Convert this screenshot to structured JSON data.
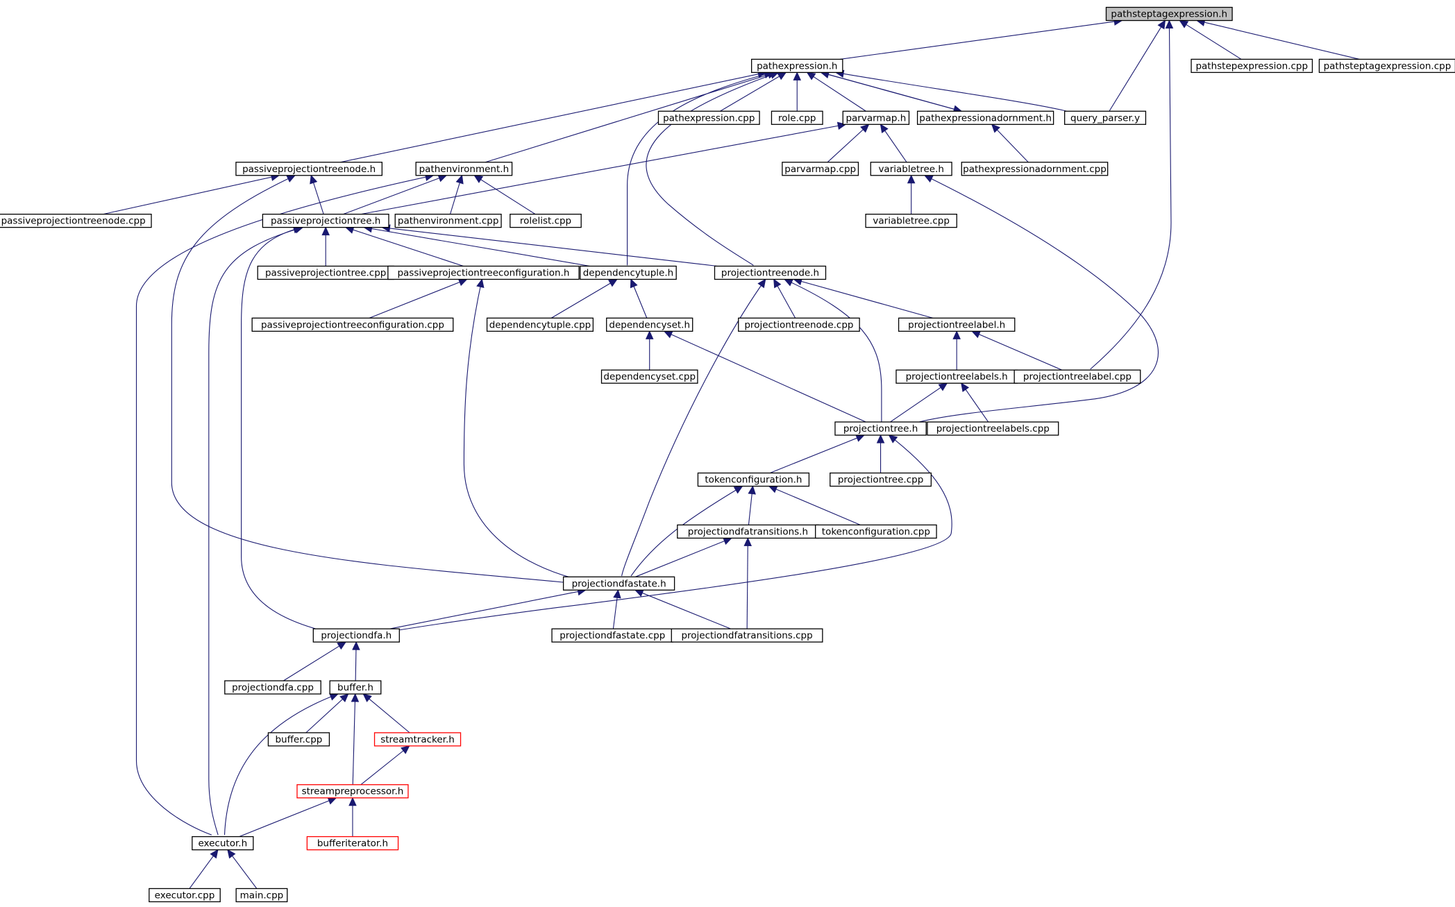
{
  "colors": {
    "edge": "#191970",
    "node_border": "#000000",
    "truncated_border": "#ff0000",
    "root_fill": "#bfbfbf",
    "node_fill": "#ffffff"
  },
  "nodes": [
    {
      "id": "pathsteptagexpression_h",
      "label": "pathsteptagexpression.h",
      "root": true
    },
    {
      "id": "pathexpression_h",
      "label": "pathexpression.h"
    },
    {
      "id": "pathstepexpression_cpp",
      "label": "pathstepexpression.cpp"
    },
    {
      "id": "pathsteptagexpression_cpp",
      "label": "pathsteptagexpression.cpp"
    },
    {
      "id": "pathexpression_cpp",
      "label": "pathexpression.cpp"
    },
    {
      "id": "role_cpp",
      "label": "role.cpp"
    },
    {
      "id": "parvarmap_h",
      "label": "parvarmap.h"
    },
    {
      "id": "pathexpressionadornment_h",
      "label": "pathexpressionadornment.h"
    },
    {
      "id": "query_parser_y",
      "label": "query_parser.y"
    },
    {
      "id": "passiveprojectiontreenode_h",
      "label": "passiveprojectiontreenode.h"
    },
    {
      "id": "pathenvironment_h",
      "label": "pathenvironment.h"
    },
    {
      "id": "parvarmap_cpp",
      "label": "parvarmap.cpp"
    },
    {
      "id": "variabletree_h",
      "label": "variabletree.h"
    },
    {
      "id": "pathexpressionadornment_cpp",
      "label": "pathexpressionadornment.cpp"
    },
    {
      "id": "passiveprojectiontreenode_cpp",
      "label": "passiveprojectiontreenode.cpp"
    },
    {
      "id": "passiveprojectiontree_h",
      "label": "passiveprojectiontree.h"
    },
    {
      "id": "pathenvironment_cpp",
      "label": "pathenvironment.cpp"
    },
    {
      "id": "rolelist_cpp",
      "label": "rolelist.cpp"
    },
    {
      "id": "variabletree_cpp",
      "label": "variabletree.cpp"
    },
    {
      "id": "passiveprojectiontree_cpp",
      "label": "passiveprojectiontree.cpp"
    },
    {
      "id": "passiveprojectiontreeconfiguration_h",
      "label": "passiveprojectiontreeconfiguration.h"
    },
    {
      "id": "dependencytuple_h",
      "label": "dependencytuple.h"
    },
    {
      "id": "projectiontreenode_h",
      "label": "projectiontreenode.h"
    },
    {
      "id": "passiveprojectiontreeconfiguration_cpp",
      "label": "passiveprojectiontreeconfiguration.cpp"
    },
    {
      "id": "dependencytuple_cpp",
      "label": "dependencytuple.cpp"
    },
    {
      "id": "dependencyset_h",
      "label": "dependencyset.h"
    },
    {
      "id": "projectiontreenode_cpp",
      "label": "projectiontreenode.cpp"
    },
    {
      "id": "projectiontreelabel_h",
      "label": "projectiontreelabel.h"
    },
    {
      "id": "dependencyset_cpp",
      "label": "dependencyset.cpp"
    },
    {
      "id": "projectiontreelabels_h",
      "label": "projectiontreelabels.h"
    },
    {
      "id": "projectiontreelabel_cpp",
      "label": "projectiontreelabel.cpp"
    },
    {
      "id": "projectiontree_h",
      "label": "projectiontree.h"
    },
    {
      "id": "projectiontreelabels_cpp",
      "label": "projectiontreelabels.cpp"
    },
    {
      "id": "tokenconfiguration_h",
      "label": "tokenconfiguration.h"
    },
    {
      "id": "projectiontree_cpp",
      "label": "projectiontree.cpp"
    },
    {
      "id": "projectiondfatransitions_h",
      "label": "projectiondfatransitions.h"
    },
    {
      "id": "tokenconfiguration_cpp",
      "label": "tokenconfiguration.cpp"
    },
    {
      "id": "projectiondfastate_h",
      "label": "projectiondfastate.h"
    },
    {
      "id": "projectiondfa_h",
      "label": "projectiondfa.h"
    },
    {
      "id": "projectiondfastate_cpp",
      "label": "projectiondfastate.cpp"
    },
    {
      "id": "projectiondfatransitions_cpp",
      "label": "projectiondfatransitions.cpp"
    },
    {
      "id": "projectiondfa_cpp",
      "label": "projectiondfa.cpp"
    },
    {
      "id": "buffer_h",
      "label": "buffer.h"
    },
    {
      "id": "buffer_cpp",
      "label": "buffer.cpp"
    },
    {
      "id": "streamtracker_h",
      "label": "streamtracker.h",
      "truncated": true
    },
    {
      "id": "streampreprocessor_h",
      "label": "streampreprocessor.h",
      "truncated": true
    },
    {
      "id": "executor_h",
      "label": "executor.h"
    },
    {
      "id": "bufferiterator_h",
      "label": "bufferiterator.h",
      "truncated": true
    },
    {
      "id": "executor_cpp",
      "label": "executor.cpp"
    },
    {
      "id": "main_cpp",
      "label": "main.cpp"
    }
  ],
  "edges": [
    [
      "pathexpression_h",
      "pathsteptagexpression_h"
    ],
    [
      "pathstepexpression_cpp",
      "pathsteptagexpression_h"
    ],
    [
      "pathsteptagexpression_cpp",
      "pathsteptagexpression_h"
    ],
    [
      "query_parser_y",
      "pathsteptagexpression_h"
    ],
    [
      "projectiontreelabel_cpp",
      "pathsteptagexpression_h"
    ],
    [
      "pathexpression_cpp",
      "pathexpression_h"
    ],
    [
      "role_cpp",
      "pathexpression_h"
    ],
    [
      "parvarmap_h",
      "pathexpression_h"
    ],
    [
      "pathexpressionadornment_h",
      "pathexpression_h"
    ],
    [
      "query_parser_y",
      "pathexpression_h"
    ],
    [
      "passiveprojectiontreenode_h",
      "pathexpression_h"
    ],
    [
      "pathenvironment_h",
      "pathexpression_h"
    ],
    [
      "dependencytuple_h",
      "pathexpression_h"
    ],
    [
      "projectiontreenode_h",
      "pathexpression_h"
    ],
    [
      "pathexpression_h",
      "pathexpressionadornment_h"
    ],
    [
      "parvarmap_cpp",
      "parvarmap_h"
    ],
    [
      "variabletree_h",
      "parvarmap_h"
    ],
    [
      "passiveprojectiontree_h",
      "parvarmap_h"
    ],
    [
      "pathexpressionadornment_cpp",
      "pathexpressionadornment_h"
    ],
    [
      "passiveprojectiontreenode_cpp",
      "passiveprojectiontreenode_h"
    ],
    [
      "passiveprojectiontree_h",
      "passiveprojectiontreenode_h"
    ],
    [
      "projectiondfastate_h",
      "passiveprojectiontreenode_h"
    ],
    [
      "passiveprojectiontree_h",
      "pathenvironment_h"
    ],
    [
      "pathenvironment_cpp",
      "pathenvironment_h"
    ],
    [
      "rolelist_cpp",
      "pathenvironment_h"
    ],
    [
      "executor_h",
      "pathenvironment_h"
    ],
    [
      "variabletree_cpp",
      "variabletree_h"
    ],
    [
      "projectiontree_h",
      "variabletree_h"
    ],
    [
      "passiveprojectiontree_cpp",
      "passiveprojectiontree_h"
    ],
    [
      "passiveprojectiontreeconfiguration_h",
      "passiveprojectiontree_h"
    ],
    [
      "dependencytuple_h",
      "passiveprojectiontree_h"
    ],
    [
      "projectiontreenode_h",
      "passiveprojectiontree_h"
    ],
    [
      "projectiondfa_h",
      "passiveprojectiontree_h"
    ],
    [
      "executor_h",
      "passiveprojectiontree_h"
    ],
    [
      "passiveprojectiontreeconfiguration_cpp",
      "passiveprojectiontreeconfiguration_h"
    ],
    [
      "projectiondfastate_h",
      "passiveprojectiontreeconfiguration_h"
    ],
    [
      "dependencytuple_cpp",
      "dependencytuple_h"
    ],
    [
      "dependencyset_h",
      "dependencytuple_h"
    ],
    [
      "projectiontreenode_cpp",
      "projectiontreenode_h"
    ],
    [
      "projectiontreelabel_h",
      "projectiontreenode_h"
    ],
    [
      "projectiontree_h",
      "projectiontreenode_h"
    ],
    [
      "projectiondfastate_h",
      "projectiontreenode_h"
    ],
    [
      "dependencyset_cpp",
      "dependencyset_h"
    ],
    [
      "projectiontree_h",
      "dependencyset_h"
    ],
    [
      "projectiontreelabels_h",
      "projectiontreelabel_h"
    ],
    [
      "projectiontreelabel_cpp",
      "projectiontreelabel_h"
    ],
    [
      "projectiontree_h",
      "projectiontreelabels_h"
    ],
    [
      "projectiontreelabels_cpp",
      "projectiontreelabels_h"
    ],
    [
      "tokenconfiguration_h",
      "projectiontree_h"
    ],
    [
      "projectiontree_cpp",
      "projectiontree_h"
    ],
    [
      "projectiondfa_h",
      "projectiontree_h"
    ],
    [
      "projectiondfatransitions_h",
      "tokenconfiguration_h"
    ],
    [
      "tokenconfiguration_cpp",
      "tokenconfiguration_h"
    ],
    [
      "projectiondfastate_h",
      "tokenconfiguration_h"
    ],
    [
      "projectiondfastate_h",
      "projectiondfatransitions_h"
    ],
    [
      "projectiondfatransitions_cpp",
      "projectiondfatransitions_h"
    ],
    [
      "projectiondfa_h",
      "projectiondfastate_h"
    ],
    [
      "projectiondfastate_cpp",
      "projectiondfastate_h"
    ],
    [
      "projectiondfatransitions_cpp",
      "projectiondfastate_h"
    ],
    [
      "projectiondfa_cpp",
      "projectiondfa_h"
    ],
    [
      "buffer_h",
      "projectiondfa_h"
    ],
    [
      "buffer_cpp",
      "buffer_h"
    ],
    [
      "streamtracker_h",
      "buffer_h"
    ],
    [
      "streampreprocessor_h",
      "buffer_h"
    ],
    [
      "executor_h",
      "buffer_h"
    ],
    [
      "streampreprocessor_h",
      "streamtracker_h"
    ],
    [
      "executor_h",
      "streampreprocessor_h"
    ],
    [
      "bufferiterator_h",
      "streampreprocessor_h"
    ],
    [
      "executor_cpp",
      "executor_h"
    ],
    [
      "main_cpp",
      "executor_h"
    ]
  ]
}
